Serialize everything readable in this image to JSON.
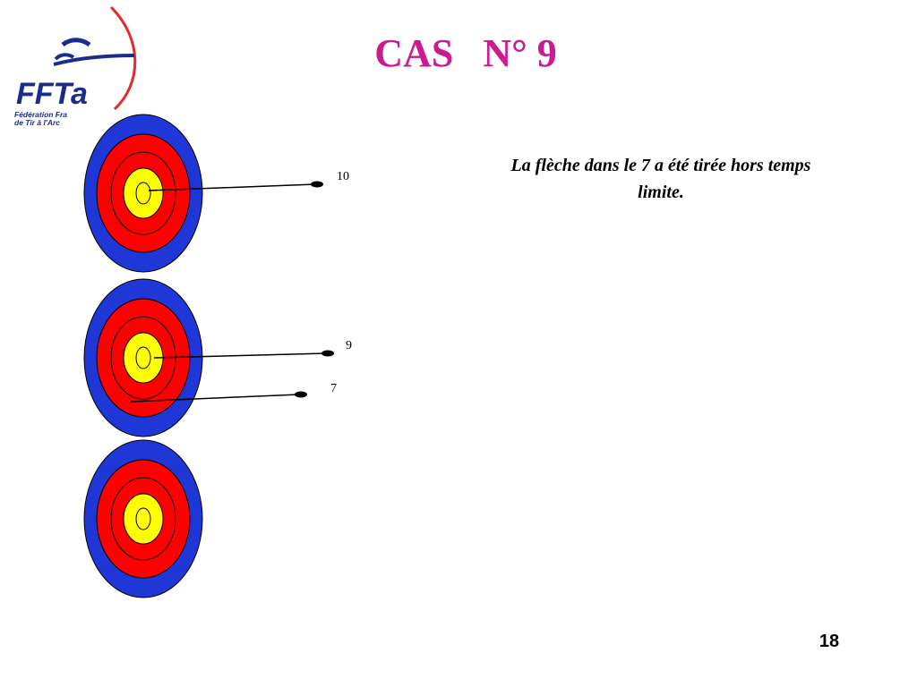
{
  "logo": {
    "brand": "FFTa",
    "line1": "Fédération Fra",
    "line2": "de Tir à l'Arc"
  },
  "title": "CAS   N° 9",
  "note": "La flèche dans le 7 a été tirée hors temps limite.",
  "page_number": "18",
  "colors": {
    "title": "#cc1a8f",
    "target_blue": "#1e37d6",
    "target_red": "#ff0000",
    "target_yellow": "#ffff00",
    "logo_blue": "#1a2d8c",
    "logo_red": "#e8282b"
  },
  "targets": [
    {
      "id": "target-1",
      "arrows": [
        {
          "label": "10"
        }
      ]
    },
    {
      "id": "target-2",
      "arrows": [
        {
          "label": "9"
        },
        {
          "label": "7"
        }
      ]
    },
    {
      "id": "target-3",
      "arrows": []
    }
  ]
}
